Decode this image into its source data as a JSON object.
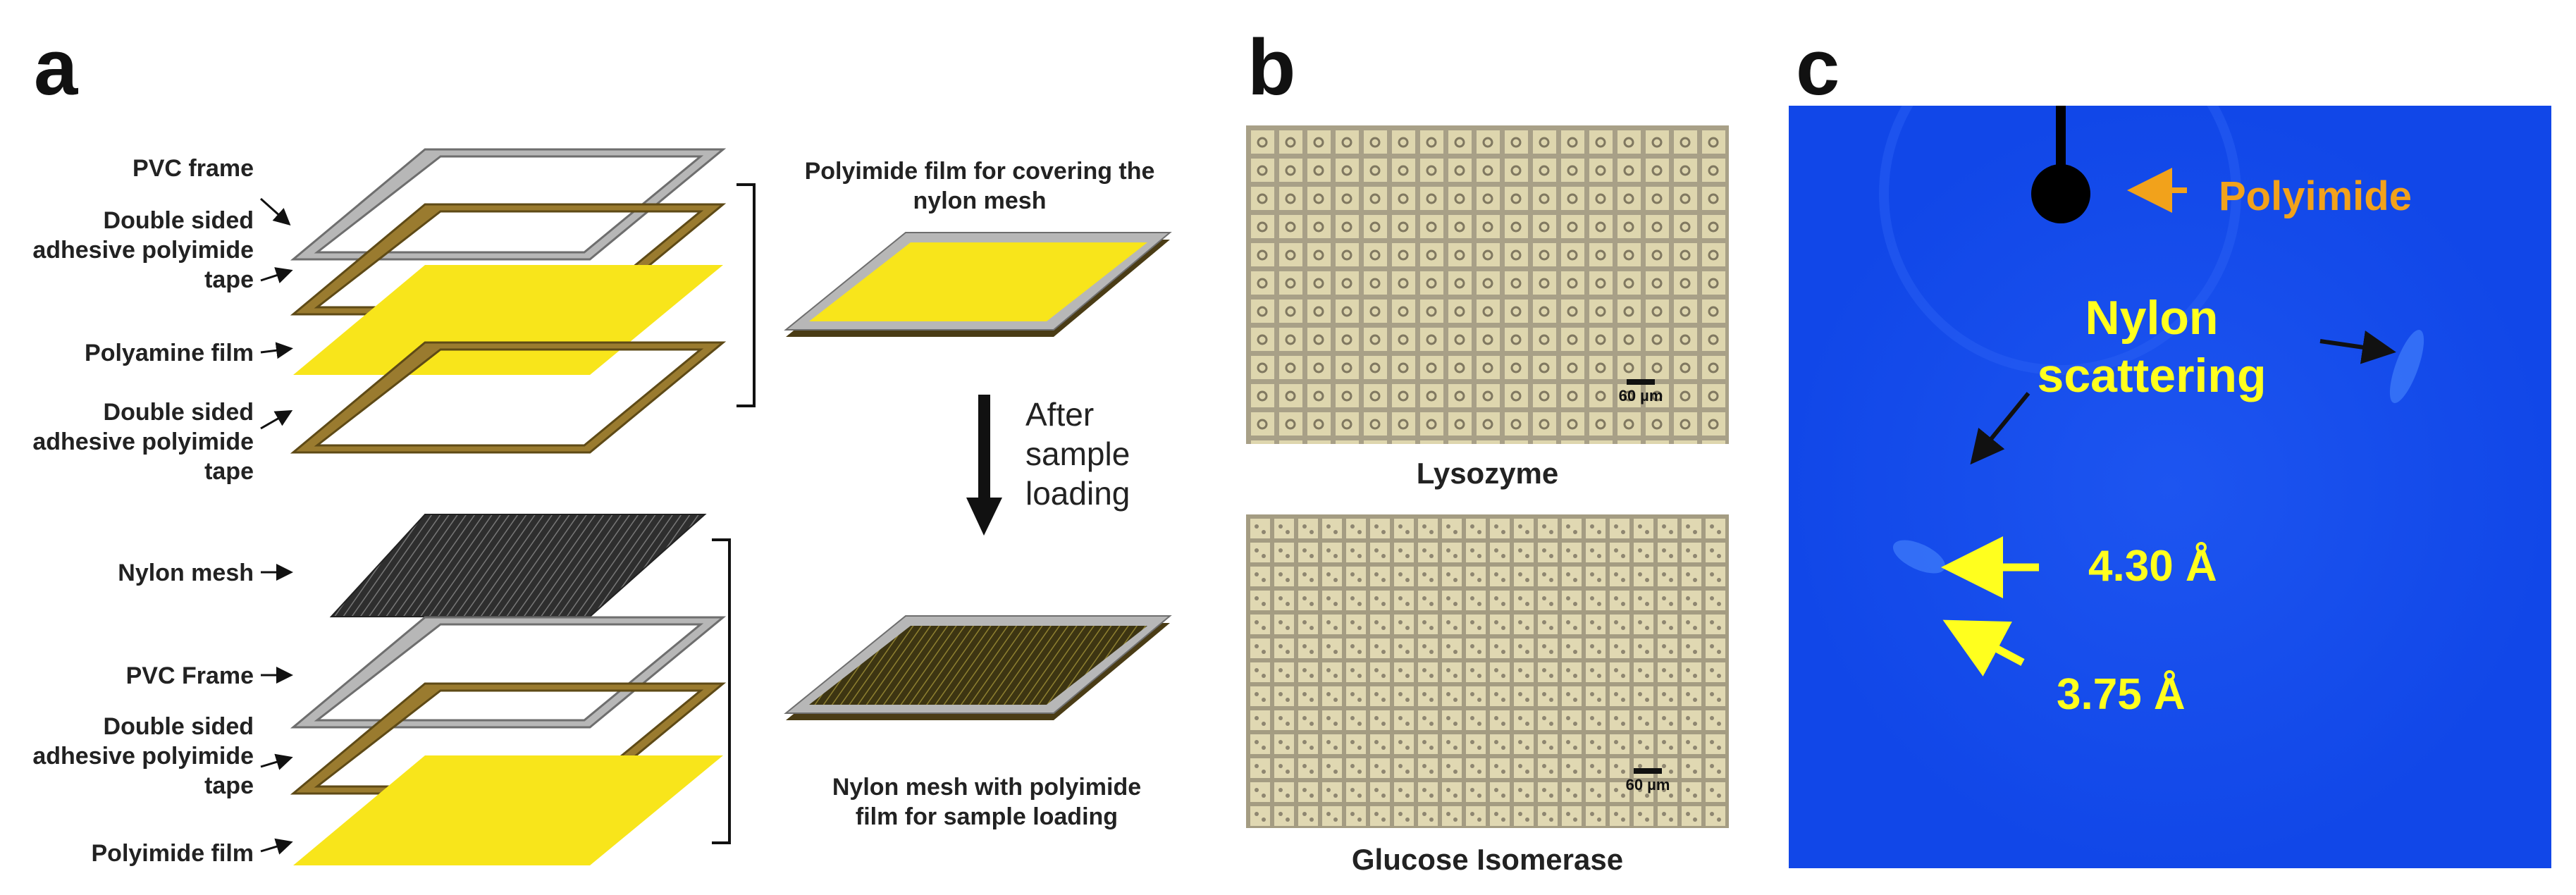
{
  "panels": {
    "a": "a",
    "b": "b",
    "c": "c"
  },
  "panel_a": {
    "layers_top": [
      "PVC frame",
      "Double sided adhesive polyimide tape",
      "Polyamine film",
      "Double sided adhesive polyimide tape"
    ],
    "layers_bottom": [
      "Nylon mesh",
      "PVC Frame",
      "Double sided adhesive polyimide tape",
      "Polyimide film"
    ],
    "top_caption": "Polyimide film for covering the nylon mesh",
    "bottom_caption": "Nylon mesh with polyimide film for sample loading",
    "arrow_label": "After sample loading"
  },
  "panel_b": {
    "top_caption": "Lysozyme",
    "bottom_caption": "Glucose Isomerase",
    "scale_label": "60 µm"
  },
  "panel_c": {
    "polyimide_label": "Polyimide",
    "nylon_label": "Nylon scattering",
    "ring1_label": "4.30 Å",
    "ring2_label": "3.75 Å"
  },
  "colors": {
    "frame_gray": "#b7b7b7",
    "tape_brown": "#9a7b2f",
    "film_yellow": "#f8e51b",
    "mesh_dark": "#3a3a3a",
    "background_blue": "#1147e8",
    "annotation_yellow": "#ffff1e",
    "annotation_orange": "#f2a21b"
  }
}
